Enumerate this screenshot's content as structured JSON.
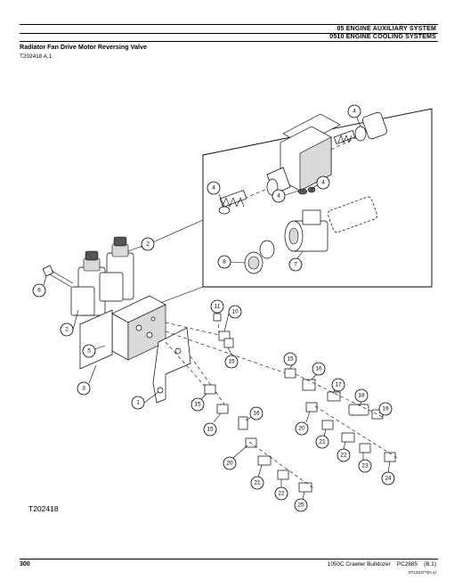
{
  "header": {
    "section": "05 ENGINE AUXILIARY SYSTEM",
    "group": "0510 ENGINE COOLING SYSTEMS"
  },
  "title": "Radiator Fan Drive Motor Reversing Valve",
  "figure_id_top": "T202418 A.1",
  "figure_label": "T202418",
  "callouts": [
    "1",
    "2",
    "2",
    "3",
    "4",
    "4",
    "4",
    "4",
    "5",
    "6",
    "7",
    "8",
    "11",
    "10",
    "15",
    "15",
    "15",
    "15",
    "16",
    "16",
    "17",
    "18",
    "19",
    "20",
    "20",
    "21",
    "21",
    "22",
    "22",
    "23",
    "24",
    "25"
  ],
  "footer": {
    "page_number": "300",
    "publication": "1050C Crawler Bulldozer",
    "catalog": "PC2885",
    "revision": "(B.1)",
    "code": "ST122377(H.1)"
  }
}
